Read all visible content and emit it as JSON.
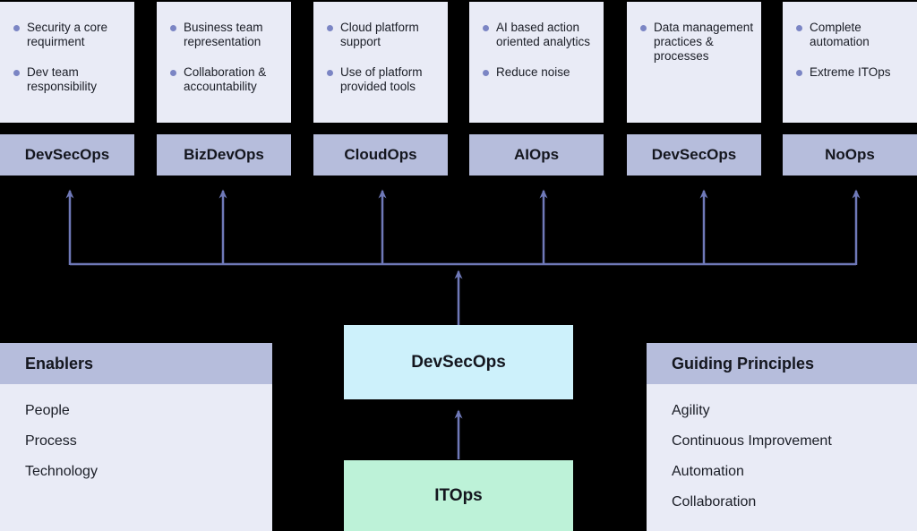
{
  "colors": {
    "background": "#000000",
    "card_body": "#e9ebf6",
    "label_bar": "#b6bddc",
    "bullet_dot": "#7b85c4",
    "arrow": "#6f79b8",
    "devsecops_box": "#cdf1fb",
    "itops_box": "#bdf2d8",
    "panel_header": "#b6bddc",
    "panel_body": "#e9ebf6",
    "text": "#1a1d26"
  },
  "cards": [
    {
      "label": "DevSecOps",
      "bullets": [
        "Security a core requirment",
        "Dev team responsibility"
      ]
    },
    {
      "label": "BizDevOps",
      "bullets": [
        "Business team representation",
        "Collaboration & accountability"
      ]
    },
    {
      "label": "CloudOps",
      "bullets": [
        "Cloud platform support",
        "Use of platform provided tools"
      ]
    },
    {
      "label": "AIOps",
      "bullets": [
        "AI based action oriented analytics",
        "Reduce noise"
      ]
    },
    {
      "label": "DevSecOps",
      "bullets": [
        "Data management practices & processes"
      ]
    },
    {
      "label": "NoOps",
      "bullets": [
        "Complete automation",
        "Extreme ITOps"
      ]
    }
  ],
  "center": {
    "top_box_label": "DevSecOps",
    "bottom_box_label": "ITOps"
  },
  "enablers": {
    "title": "Enablers",
    "items": [
      "People",
      "Process",
      "Technology"
    ]
  },
  "guiding_principles": {
    "title": "Guiding Principles",
    "items": [
      "Agility",
      "Continuous Improvement",
      "Automation",
      "Collaboration"
    ]
  }
}
